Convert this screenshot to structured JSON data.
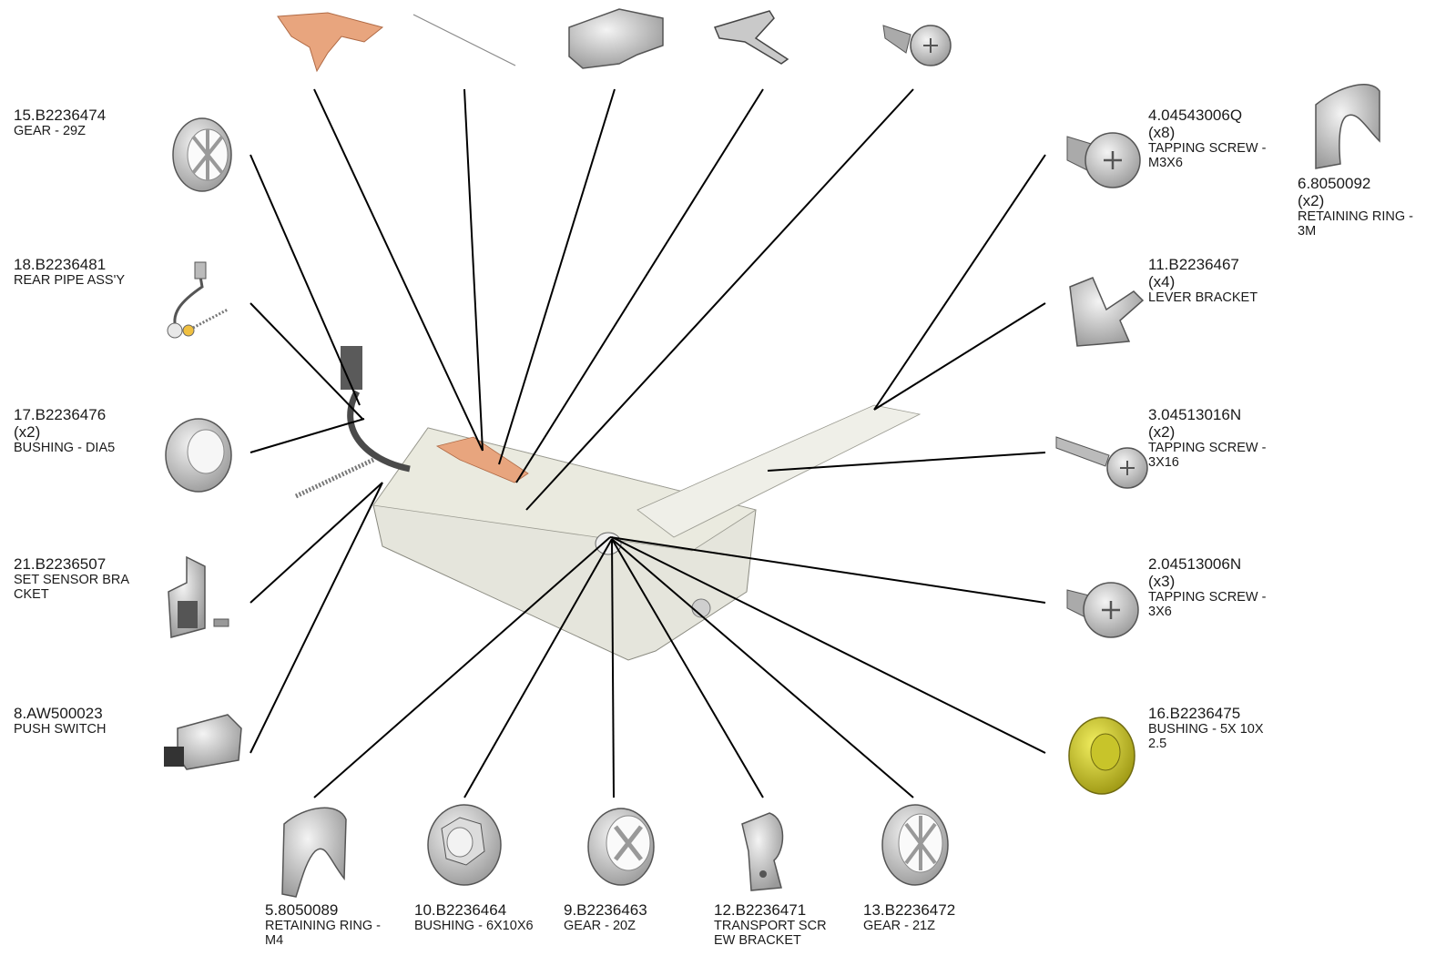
{
  "parts": [
    {
      "key": "p15",
      "number": "15.B2236474",
      "qty": "",
      "desc": "GEAR - 29Z"
    },
    {
      "key": "p18",
      "number": "18.B2236481",
      "qty": "",
      "desc": "REAR PIPE ASS'Y"
    },
    {
      "key": "p17",
      "number": "17.B2236476",
      "qty": "(x2)",
      "desc": "BUSHING - DIA5"
    },
    {
      "key": "p21",
      "number": "21.B2236507",
      "qty": "",
      "desc": "SET SENSOR BRA\nCKET"
    },
    {
      "key": "p8",
      "number": "8.AW500023",
      "qty": "",
      "desc": "PUSH SWITCH"
    },
    {
      "key": "p4",
      "number": "4.04543006Q",
      "qty": "(x8)",
      "desc": "TAPPING SCREW -\n M3X6"
    },
    {
      "key": "p6",
      "number": "6.8050092",
      "qty": "(x2)",
      "desc": "RETAINING RING -\n3M"
    },
    {
      "key": "p11",
      "number": "11.B2236467",
      "qty": "(x4)",
      "desc": "LEVER BRACKET"
    },
    {
      "key": "p3",
      "number": "3.04513016N",
      "qty": "(x2)",
      "desc": "TAPPING SCREW -\n 3X16"
    },
    {
      "key": "p2",
      "number": "2.04513006N",
      "qty": "(x3)",
      "desc": "TAPPING SCREW -\n 3X6"
    },
    {
      "key": "p16",
      "number": "16.B2236475",
      "qty": "",
      "desc": "BUSHING - 5X 10X\n2.5"
    },
    {
      "key": "p5",
      "number": "5.8050089",
      "qty": "",
      "desc": "RETAINING RING -\nM4"
    },
    {
      "key": "p10",
      "number": "10.B2236464",
      "qty": "",
      "desc": "BUSHING - 6X10X6"
    },
    {
      "key": "p9",
      "number": "9.B2236463",
      "qty": "",
      "desc": "GEAR - 20Z"
    },
    {
      "key": "p12",
      "number": "12.B2236471",
      "qty": "",
      "desc": "TRANSPORT SCR\nEW BRACKET"
    },
    {
      "key": "p13",
      "number": "13.B2236472",
      "qty": "",
      "desc": "GEAR - 21Z"
    }
  ],
  "colors": {
    "leader_line": "#000000",
    "part_gray": "#d4d4d4",
    "copper": "#e8a57e",
    "yellow_bushing": "#d8d42a",
    "housing": "#d9d9cc"
  }
}
